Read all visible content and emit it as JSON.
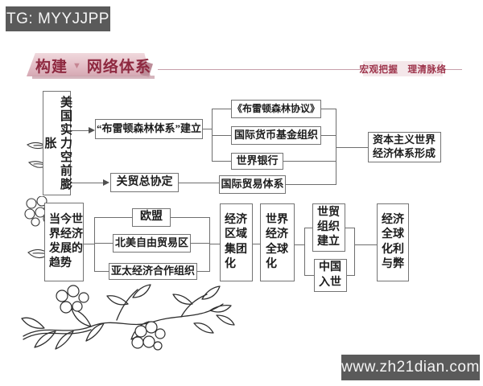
{
  "colors": {
    "accent_maroon": "#8e2940",
    "ribbon_pink": "#e3bdc6",
    "badge_gray": "#5a5a5a",
    "box_border_gray": "#747474",
    "text_black": "#1c1c1c"
  },
  "badges": {
    "tg": "TG: MYYJJPP",
    "watermark": "www.zh21dian.com"
  },
  "header": {
    "title_part1": "构建",
    "divider_glyph": "▼",
    "title_part2": "网络体系",
    "tagline": "宏观把握　理清脉络"
  },
  "row1": {
    "source": "美国实力空前膨胀",
    "bretton_system": "“布雷顿森林体系”建立",
    "bretton_agreement": "《布雷顿森林协议》",
    "imf": "国际货币基金组织",
    "world_bank": "世界银行",
    "gatt": "关贸总协定",
    "trade_system": "国际贸易体系",
    "outcome": "资本主义世界经济体系形成"
  },
  "row2": {
    "source": "当今世界经济发展的趋势",
    "eu": "欧盟",
    "nafta": "北美自由贸易区",
    "apec": "亚太经济合作组织",
    "regional_integration": "经济区域集团化",
    "globalization": "世界经济全球化",
    "wto_founded": "世贸组织建立",
    "china_entry": "中国入世",
    "outcome": "经济全球化利与弊"
  }
}
